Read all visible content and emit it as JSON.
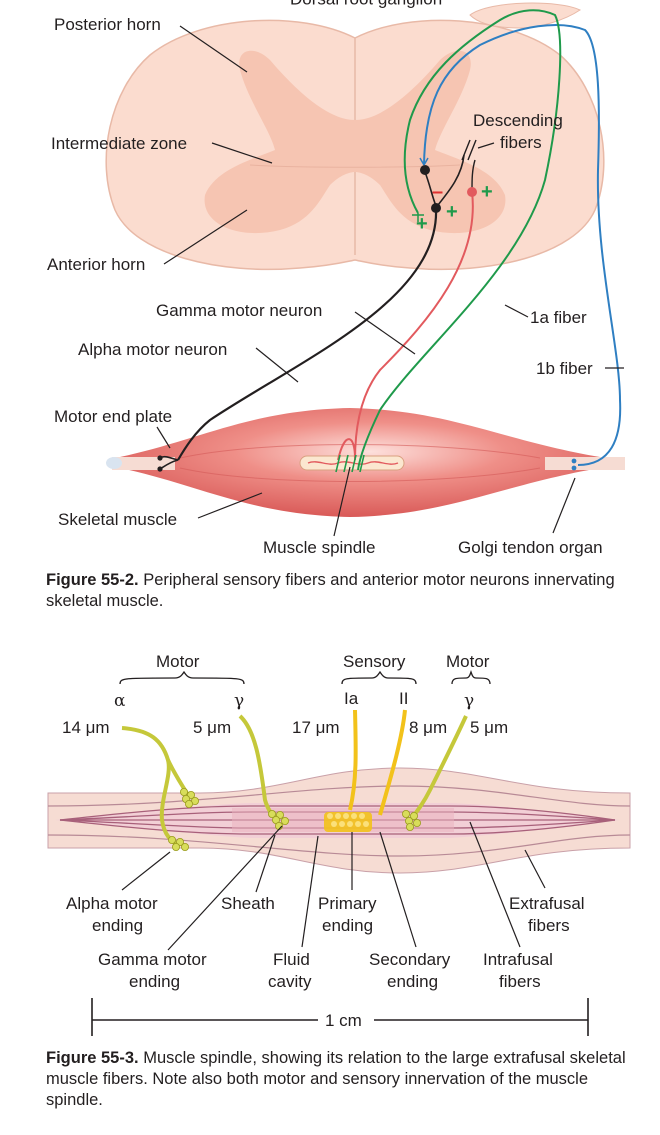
{
  "figure1": {
    "labels": {
      "dorsal_root_ganglion": "Dorsal root ganglion",
      "posterior_horn": "Posterior horn",
      "intermediate_zone": "Intermediate zone",
      "anterior_horn": "Anterior horn",
      "descending_line1": "Descending",
      "descending_line2": "fibers",
      "gamma_motor_neuron": "Gamma motor neuron",
      "alpha_motor_neuron": "Alpha motor neuron",
      "fiber_1a": "1a fiber",
      "fiber_1b": "1b fiber",
      "motor_end_plate": "Motor end plate",
      "skeletal_muscle": "Skeletal muscle",
      "muscle_spindle": "Muscle spindle",
      "golgi_tendon_organ": "Golgi tendon organ"
    },
    "signs": {
      "minus": "–",
      "plus": "+"
    },
    "caption_title": "Figure 55-2.",
    "caption_text": " Peripheral sensory fibers and anterior motor neurons innervating skeletal muscle.",
    "colors": {
      "cord": "#fbdccf",
      "gray_matter": "#f6c5b2",
      "muscle": "#e6706c",
      "alpha": "#231f20",
      "gamma": "#e25a5e",
      "fiber_1a": "#1f9a4b",
      "fiber_1b": "#2f7fc2"
    }
  },
  "figure2": {
    "labels": {
      "motor_left": "Motor",
      "sensory": "Sensory",
      "motor_right": "Motor",
      "alpha_sym": "α",
      "gamma_sym_left": "γ",
      "ia": "Ia",
      "ii": "II",
      "gamma_sym_right": "γ",
      "d14": "14 μm",
      "d5_left": "5 μm",
      "d17": "17 μm",
      "d8": "8 μm",
      "d5_right": "5 μm",
      "alpha_ending_1": "Alpha motor",
      "alpha_ending_2": "ending",
      "sheath": "Sheath",
      "primary_1": "Primary",
      "primary_2": "ending",
      "extrafusal_1": "Extrafusal",
      "extrafusal_2": "fibers",
      "gamma_ending_1": "Gamma motor",
      "gamma_ending_2": "ending",
      "fluid_1": "Fluid",
      "fluid_2": "cavity",
      "secondary_1": "Secondary",
      "secondary_2": "ending",
      "intrafusal_1": "Intrafusal",
      "intrafusal_2": "fibers",
      "scale": "1 cm"
    },
    "caption_title": "Figure 55-3.",
    "caption_text": " Muscle spindle, showing its relation to the large extrafusal skeletal muscle fibers. Note also both motor and sensory innervation of the muscle spindle.",
    "colors": {
      "motor_fiber": "#c5c83a",
      "sensory_fiber": "#f2c21b",
      "extrafusal": "#f6dcd3",
      "intrafusal": "#a8607a"
    }
  }
}
